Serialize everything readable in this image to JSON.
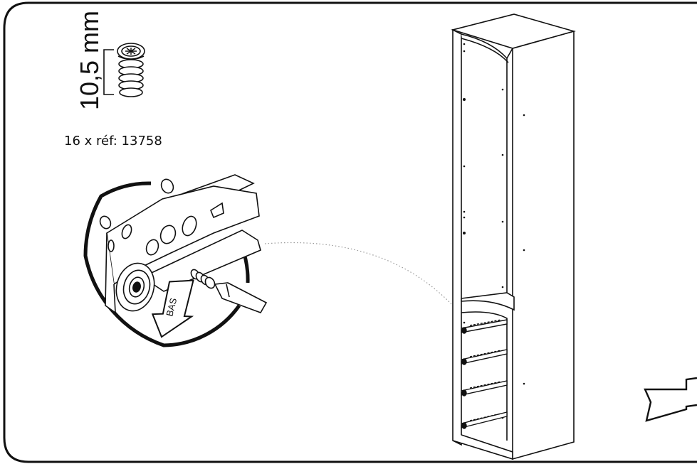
{
  "screw": {
    "length_label": "10,5 mm",
    "quantity_label": "16 x réf: 13758"
  },
  "detail": {
    "arrow_label": "BAS"
  },
  "colors": {
    "line": "#111111",
    "background": "#ffffff"
  }
}
